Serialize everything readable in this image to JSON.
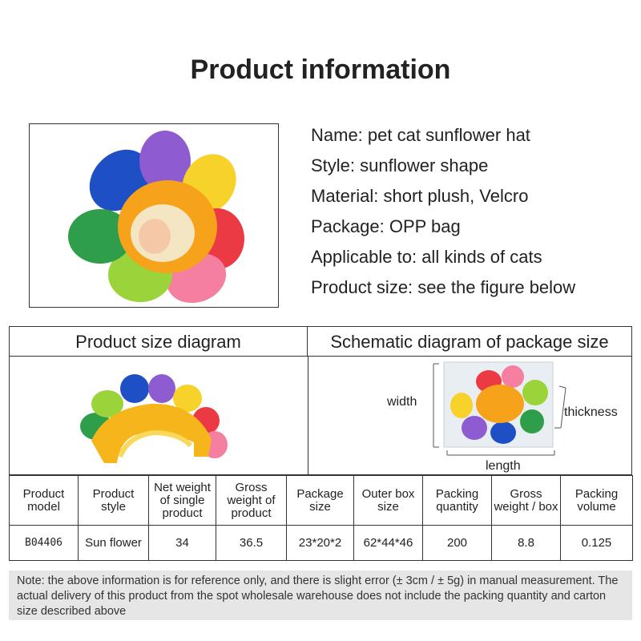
{
  "title": "Product information",
  "info": [
    "Name: pet cat sunflower hat",
    "Style: sunflower shape",
    "Material: short plush, Velcro",
    "Package: OPP bag",
    "Applicable to: all kinds of cats",
    "Product size: see the figure below"
  ],
  "diagram": {
    "left_header": "Product size diagram",
    "right_header": "Schematic diagram of package size",
    "width_label": "width",
    "thickness_label": "thickness",
    "length_label": "length"
  },
  "table": {
    "headers": [
      "Product model",
      "Product style",
      "Net weight of single product",
      "Gross weight of product",
      "Package size",
      "Outer box size",
      "Packing quantity",
      "Gross weight / box",
      "Packing volume"
    ],
    "row": [
      "B04406",
      "Sun flower",
      "34",
      "36.5",
      "23*20*2",
      "62*44*46",
      "200",
      "8.8",
      "0.125"
    ]
  },
  "note": "Note: the above information is for reference only, and there is slight error (± 3cm / ± 5g) in manual measurement. The actual delivery of this product from the spot wholesale warehouse does not include the packing quantity and carton size described above",
  "colors": {
    "petal_blue": "#1f4fc4",
    "petal_purple": "#8e5bd0",
    "petal_yellow": "#f7d22a",
    "petal_red": "#ec3a44",
    "petal_pink": "#f47fa0",
    "petal_lime": "#9ad33a",
    "petal_green": "#2f9e4a",
    "center_orange": "#f7a21b",
    "note_bg": "#e6e6e6"
  }
}
